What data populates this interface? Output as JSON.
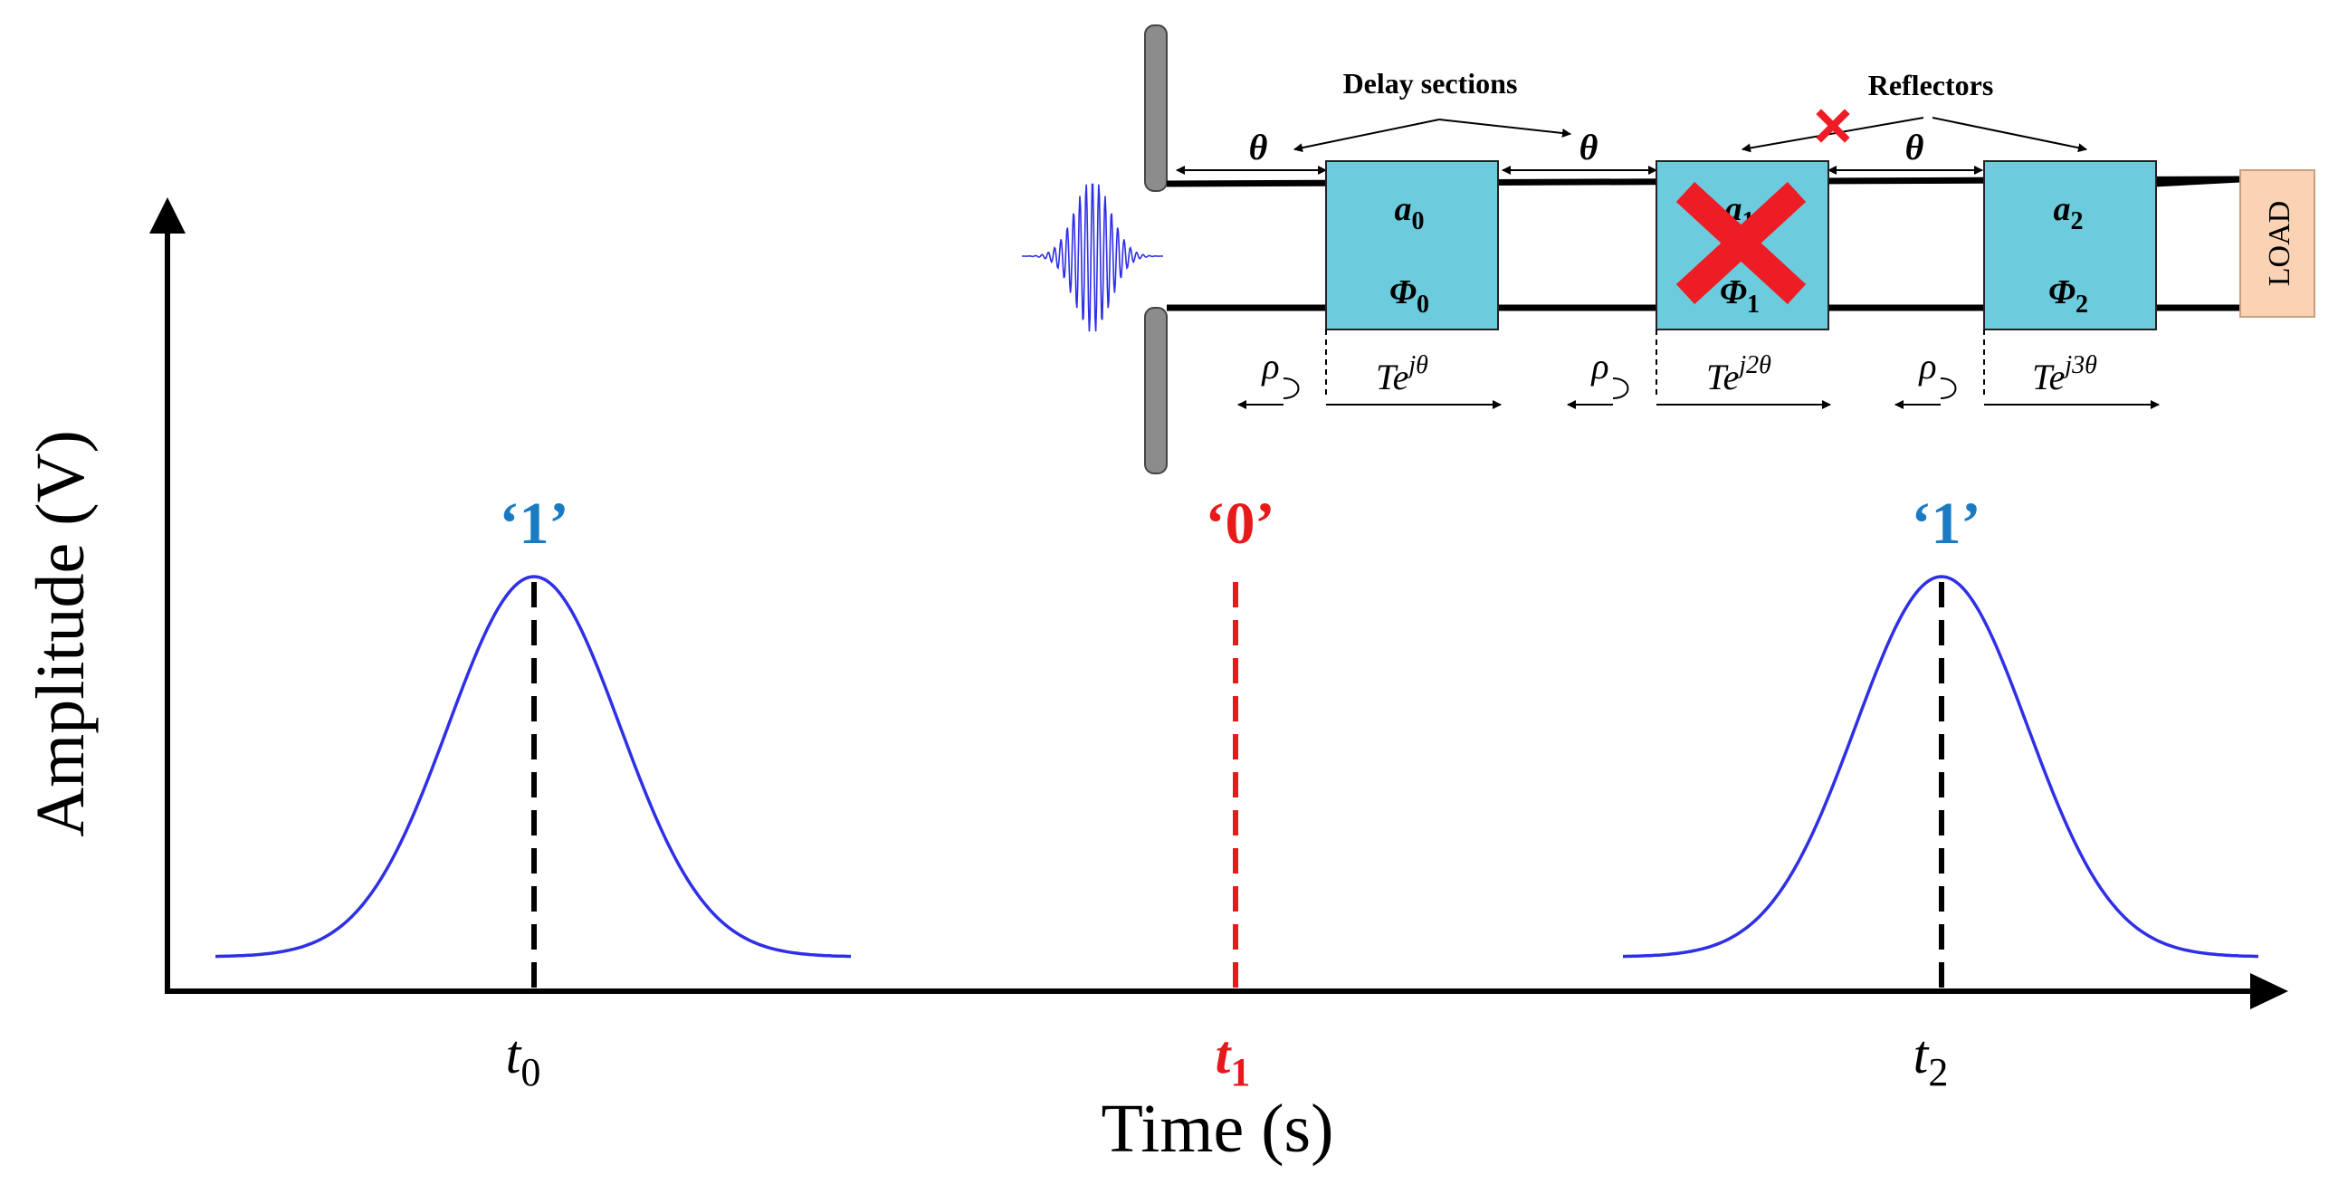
{
  "axes": {
    "ylabel": "Amplitude (V)",
    "xlabel": "Time (s)"
  },
  "pulses": [
    {
      "bit": "‘1’",
      "time_label": "t",
      "subscript": "0",
      "present": true
    },
    {
      "bit": "‘0’",
      "time_label": "t",
      "subscript": "1",
      "present": false
    },
    {
      "bit": "‘1’",
      "time_label": "t",
      "subscript": "2",
      "present": true
    }
  ],
  "colors": {
    "pulse": "#2f2fe8",
    "bit_one": "#1a7bc4",
    "bit_zero": "#e8191b",
    "reflector_box": "#6ccbdc",
    "load_box": "#fbd3b4",
    "cross": "#ee1c24"
  },
  "inset": {
    "delay_label": "Delay sections",
    "reflectors_label": "Reflectors",
    "theta": "θ",
    "reflectors": [
      {
        "a": "a",
        "a_sub": "0",
        "phi": "Φ",
        "phi_sub": "0",
        "removed": false,
        "trans": "Te",
        "trans_sup": "jθ"
      },
      {
        "a": "a",
        "a_sub": "1",
        "phi": "Φ",
        "phi_sub": "1",
        "removed": true,
        "trans": "Te",
        "trans_sup": "j2θ"
      },
      {
        "a": "a",
        "a_sub": "2",
        "phi": "Φ",
        "phi_sub": "2",
        "removed": false,
        "trans": "Te",
        "trans_sup": "j3θ"
      }
    ],
    "rho": "ρ",
    "load": "LOAD"
  }
}
